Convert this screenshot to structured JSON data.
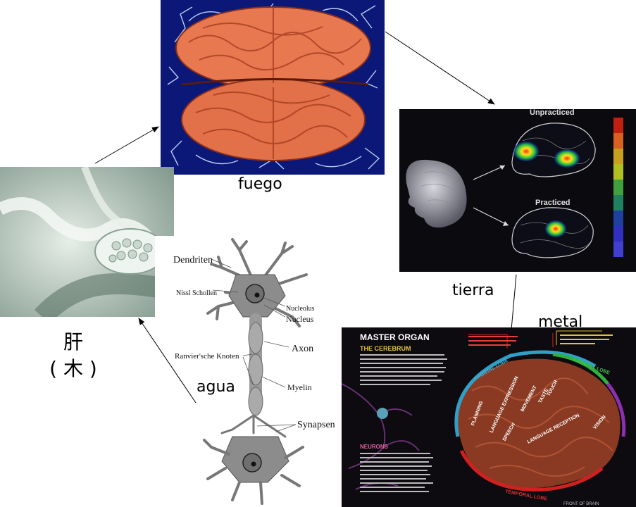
{
  "labels": {
    "fire": "fuego",
    "earth": "tierra",
    "metal": "metal",
    "water": "agua",
    "liver": "肝",
    "wood": "( 木 )"
  },
  "neuron": {
    "dendriten": "Dendriten",
    "nissl": "Nissl Schollen",
    "nucleolus": "Nucleolus",
    "nucleus": "Nucleus",
    "axon": "Axon",
    "ranvier": "Ranvier'sche Knoten",
    "myelin": "Myelin",
    "synapsen": "Synapsen"
  },
  "scan": {
    "unpracticed": "Unpracticed",
    "practiced": "Practiced"
  },
  "master": {
    "title": "MASTER ORGAN",
    "subtitle": "THE CEREBRUM",
    "neurons_heading": "NEURONS",
    "frontal": "FRONTAL LOBE",
    "parietal": "PARIETAL LOBE",
    "temporal": "TEMPORAL LOBE",
    "language_expression": "LANGUAGE EXPRESSION",
    "speech": "SPEECH",
    "movement": "MOVEMENT",
    "planning": "PLANNING",
    "taste": "TASTE",
    "touch": "TOUCH",
    "language_reception": "LANGUAGE RECEPTION",
    "vision": "VISION",
    "front_of_brain": "FRONT OF BRAIN"
  },
  "colors": {
    "fire_bg": "#0b1878",
    "brain": "#e87850",
    "scan_bg": "#0a0a0f",
    "master_bg": "#0d0a10",
    "arrow": "#000000"
  }
}
